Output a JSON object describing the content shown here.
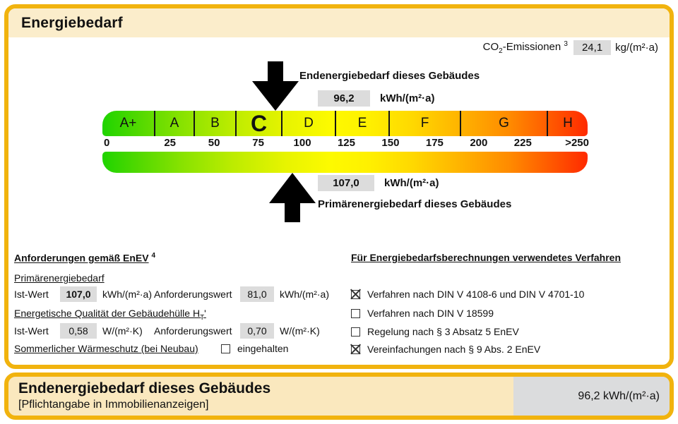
{
  "header": {
    "title": "Energiebedarf"
  },
  "co2": {
    "label_base": "CO",
    "label_sub": "2",
    "label_rest": "-Emissionen",
    "footnote": "3",
    "value": "24,1",
    "unit": "kg/(m²·a)"
  },
  "end_energy_marker": {
    "label": "Endenergiebedarf dieses Gebäudes",
    "value": "96,2",
    "unit": "kWh/(m²·a)"
  },
  "primary_energy_marker": {
    "value": "107,0",
    "unit": "kWh/(m²·a)",
    "label": "Primärenergiebedarf dieses Gebäudes"
  },
  "scale": {
    "classes": [
      {
        "label": "A+"
      },
      {
        "label": "A"
      },
      {
        "label": "B"
      },
      {
        "label": "C"
      },
      {
        "label": "D"
      },
      {
        "label": "E"
      },
      {
        "label": "F"
      },
      {
        "label": "G"
      },
      {
        "label": "H"
      }
    ],
    "highlighted_class": "C",
    "ticks": [
      "0",
      "25",
      "50",
      "75",
      "100",
      "125",
      "150",
      "175",
      "200",
      "225",
      ">250"
    ]
  },
  "requirements": {
    "heading": "Anforderungen gemäß EnEV",
    "heading_sup": "4",
    "primary": {
      "subheading": "Primärenergiebedarf",
      "ist_label": "Ist-Wert",
      "ist_value": "107,0",
      "ist_unit": "kWh/(m²·a)",
      "req_label": "Anforderungswert",
      "req_value": "81,0",
      "req_unit": "kWh/(m²·a)"
    },
    "envelope": {
      "subheading_base": "Energetische Qualität der Gebäudehülle H",
      "subheading_sub": "T",
      "subheading_suffix": "'",
      "ist_label": "Ist-Wert",
      "ist_value": "0,58",
      "ist_unit": "W/(m²·K)",
      "req_label": "Anforderungswert",
      "req_value": "0,70",
      "req_unit": "W/(m²·K)"
    },
    "summer": {
      "label": "Sommerlicher Wärmeschutz (bei Neubau)",
      "checked": false,
      "checkbox_label": "eingehalten"
    }
  },
  "methods": {
    "heading": "Für Energiebedarfsberechnungen verwendetes Verfahren",
    "items": [
      {
        "label": "Verfahren nach DIN V 4108-6 und DIN V 4701-10",
        "checked": true
      },
      {
        "label": "Verfahren nach DIN V 18599",
        "checked": false
      },
      {
        "label": "Regelung nach § 3 Absatz 5 EnEV",
        "checked": false
      },
      {
        "label": "Vereinfachungen nach § 9 Abs. 2 EnEV",
        "checked": true
      }
    ]
  },
  "footer": {
    "title": "Endenergiebedarf dieses Gebäudes",
    "subtitle": "[Pflichtangabe in Immobilienanzeigen]",
    "value": "96,2 kWh/(m²·a)"
  },
  "colors": {
    "accent_border": "#F1B30E",
    "header_bg": "#FBEDCB",
    "footer_bg": "#FAE8BE",
    "value_box_bg": "#DCDCDC",
    "scale_green": "#1FD400",
    "scale_yellow": "#FFF000",
    "scale_red": "#FF2A00"
  },
  "chart_data": {
    "type": "bar",
    "title": "Energiebedarf scale (German EnEV energy certificate)",
    "xlabel": "kWh/(m²·a)",
    "axis_ticks": [
      0,
      25,
      50,
      75,
      100,
      125,
      150,
      175,
      200,
      225,
      250
    ],
    "axis_range": [
      0,
      250
    ],
    "classes": [
      "A+",
      "A",
      "B",
      "C",
      "D",
      "E",
      "F",
      "G",
      "H"
    ],
    "building_class": "C",
    "endenergiebedarf_kwh_m2a": 96.2,
    "primaerenergiebedarf_kwh_m2a": 107.0,
    "anforderungswert_primaer_kwh_m2a": 81.0,
    "ht_ist_w_m2k": 0.58,
    "ht_anforderung_w_m2k": 0.7,
    "co2_emissionen_kg_m2a": 24.1
  }
}
